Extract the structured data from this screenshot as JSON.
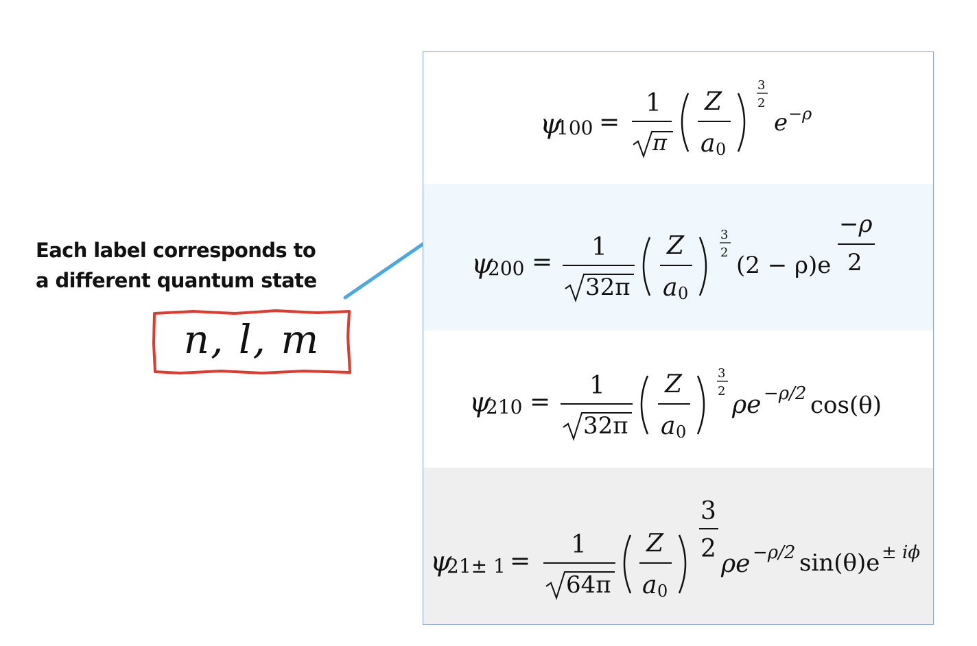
{
  "caption": {
    "line1": "Each label corresponds to",
    "line2": "a different quantum state"
  },
  "label": {
    "text": "n, l, m"
  },
  "colors": {
    "connector": "#4aa8e4",
    "box": "#e03a2e",
    "panel_border": "#8aa7d9"
  },
  "equations": [
    {
      "psi": "ψ",
      "subscript": "100",
      "equals": "=",
      "numerator": "1",
      "radicand": "π",
      "ratio_top": "Z",
      "ratio_bottom": "a",
      "ratio_bottom_sub": "0",
      "exp_num": "3",
      "exp_den": "2",
      "base": "e",
      "tail_exponent": "−ρ"
    },
    {
      "psi": "ψ",
      "subscript": "200",
      "equals": "=",
      "numerator": "1",
      "radicand": "32π",
      "ratio_top": "Z",
      "ratio_bottom": "a",
      "ratio_bottom_sub": "0",
      "exp_num": "3",
      "exp_den": "2",
      "tail": "(2 − ρ)e",
      "tail_exp_num": "−ρ",
      "tail_exp_den": "2"
    },
    {
      "psi": "ψ",
      "subscript": "210",
      "equals": "=",
      "numerator": "1",
      "radicand": "32π",
      "ratio_top": "Z",
      "ratio_bottom": "a",
      "ratio_bottom_sub": "0",
      "exp_num": "3",
      "exp_den": "2",
      "tail_base": "ρe",
      "tail_exponent": "−ρ/2",
      "tail_end": "cos(θ)"
    },
    {
      "psi": "ψ",
      "subscript": "21± 1",
      "equals": "=",
      "numerator": "1",
      "radicand": "64π",
      "ratio_top": "Z",
      "ratio_bottom": "a",
      "ratio_bottom_sub": "0",
      "exp_num": "3",
      "exp_den": "2",
      "tail_base": "ρe",
      "tail_exponent": "−ρ/2",
      "tail_mid": "sin(θ)e",
      "tail_exponent2": "± iϕ"
    }
  ]
}
